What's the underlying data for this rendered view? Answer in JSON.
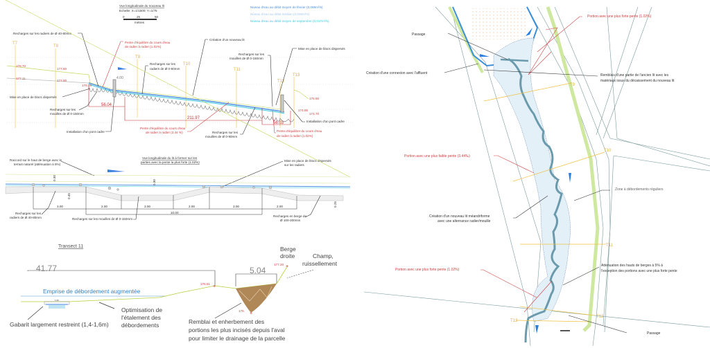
{
  "profile": {
    "title": "Vue longitudinale du nouveau lit",
    "scale": "Echelle: X=1/1500; Y=1/75",
    "scale_ticks": [
      "0",
      "25",
      "50"
    ],
    "scale_unit": "mètres",
    "legend": [
      {
        "label": "Niveau d'eau au débit moyen de février (0,088m³/s)",
        "color": "#4a8fe0"
      },
      {
        "label": "Niveau d'eau au débit médian (0,008m³/s)",
        "color": "#a9c9f0"
      },
      {
        "label": "Niveau d'eau au débit moyen de septembre (0,017m³/s)",
        "color": "#3cc8e0"
      }
    ],
    "labels": {
      "radiers_40_80": "Recharges sur les radiers de Ø 40-80mm",
      "pente1_a": "Pente d'équilibre du cours d'eau",
      "pente1_b": "de radier à radier (1.02%)",
      "nouveau_lit": "Création d'un nouveau lit",
      "radiers_0_60_a": "Recharges sur les",
      "radiers_0_60_b": "radiers de Ø 0-60mm",
      "mouilles_r_a": "Recharges sur les",
      "mouilles_r_b": "mouilles de Ø 0-150mm",
      "blocs_r": "Mise en place de blocs dispersés",
      "blocs_l": "Mise en place de blocs dispersés",
      "mouilles_l_a": "Recharges sur les",
      "mouilles_l_b": "mouilles de Ø 0-150mm",
      "pont_l": "Installation d'un pont cadre",
      "pente2_a": "Pente d'équilibre du cours d'eau",
      "pente2_b": "de radier à radier (3.44 %)",
      "mouilles_90_a": "Recharges sur les",
      "mouilles_90_b": "mouilles de Ø 0-90mm",
      "pente3_a": "Pente d'équilibre du cours d'eau",
      "pente3_b": "de radier à radier (1.02%)",
      "pont_r": "Installation d'un pont cadre"
    },
    "dims": {
      "d1": "56.04",
      "d2": "211.97",
      "d3": "56.03",
      "h": "4.00"
    },
    "transects": [
      "T7",
      "T8",
      "T9",
      "T10",
      "T11",
      "T12",
      "T13"
    ],
    "elevations": [
      "178.70",
      "177.60",
      "177.11",
      "177.00",
      "176.84",
      "175.60",
      "174.85",
      "174.70"
    ]
  },
  "detail": {
    "title_a": "Vue longitudinale du lit à former sur les",
    "title_b": "parties avec la pente la plus forte (1.02%)",
    "raccord_a": "Raccord sur le haut de berge avec le",
    "raccord_b": "terrain naturel (atténuation à 5%)",
    "blocs_a": "Mise en place de blocs dispersés",
    "blocs_b": "sur les radiers",
    "radiers_a": "Recharges sur les",
    "radiers_b": "radiers de Ø 40-80mm",
    "mouilles": "Recharges sur les mouilles de Ø 0-150mm",
    "berge_a": "Recharges en berge de",
    "berge_b": "Ø 100-300mm",
    "segments": [
      "3.00",
      "2.00",
      "3.00",
      "2.00",
      "3.00",
      "2.00"
    ],
    "total": "10.00",
    "heights": [
      "0.30",
      "0.45",
      "0.30",
      "0.25"
    ]
  },
  "transect": {
    "title": "Transect 11",
    "width_left": "41.77",
    "width_right": "5.04",
    "elev_left": "176.61",
    "elev_right": "177.20",
    "elev_bottom": "175.",
    "small_width": "1.60",
    "berge_a": "Berge",
    "berge_b": "droite",
    "champ_a": "Champ,",
    "champ_b": "ruissellement",
    "emprise": "Emprise de débordement augmentée",
    "optim_a": "Optimisation de",
    "optim_b": "l'étalement des",
    "optim_c": "débordements",
    "gabarit": "Gabarit largement restreint (1,4-1,6m)",
    "remblai_a": "Remblai   et   enherbement   des",
    "remblai_b": "portions les plus incisés depuis l'aval",
    "remblai_c": "pour limiter le drainage de la parcelle"
  },
  "plan": {
    "passage_top": "Passage",
    "connexion": "Création d'une connexion avec l'affluent",
    "forte_top": "Portion avec une plus forte pente (1.02%)",
    "remblais_a": "Remblais d'une partie de l'ancien lit avec les",
    "remblais_b": "matériaux issus du  décaissement du  nouveau lit",
    "faible": "Portion avec une plus faible pente (3.44‰)",
    "zone": "Zone à débordements réguliers",
    "meandre_a": "Création d'un nouveau lit méandriforme",
    "meandre_b": "avec une alternance radier/mouille",
    "forte_bottom": "Portion avec une plus forte pente (1.02%)",
    "attenuation_a": "Atténuation des hauts de berges à 5% à",
    "attenuation_b": "l'exception des portions avec une plus forte pente",
    "passage_bottom": "Passage",
    "transects": [
      "T9",
      "T10",
      "T11",
      "T12",
      "T13"
    ]
  }
}
